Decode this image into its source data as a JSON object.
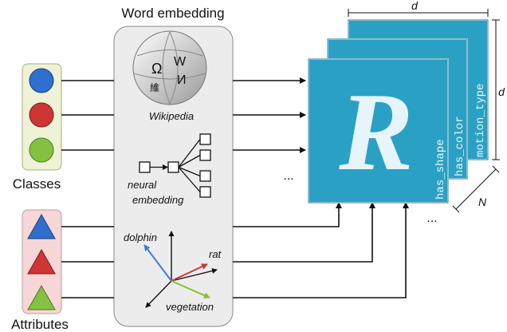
{
  "panel": {
    "title": "Word embedding",
    "wikipedia_label": "Wikipedia",
    "neural_label_line1": "neural",
    "neural_label_line2": "embedding",
    "wiki_globe_glyphs": [
      "Ω",
      "W",
      "И",
      "維"
    ]
  },
  "classes": {
    "label": "Classes",
    "circle_colors": [
      "#2f6fce",
      "#cf3535",
      "#86c043"
    ],
    "box_color": "#eef2d6"
  },
  "attributes": {
    "label": "Attributes",
    "triangle_colors": [
      "#2f6fce",
      "#cf3535",
      "#86c043"
    ],
    "box_color": "#f6d6d6"
  },
  "vectors": {
    "dolphin": {
      "label": "dolphin",
      "color": "#3f7fcf"
    },
    "rat": {
      "label": "rat",
      "color": "#cf3535"
    },
    "vegetation": {
      "label": "vegetation",
      "color": "#86c043"
    }
  },
  "tensor": {
    "letter": "R",
    "dim_top": "d",
    "dim_right": "d",
    "dim_depth": "N",
    "slices": [
      "has_shape",
      "has_color",
      "motion_type"
    ],
    "ellipsis_left": "...",
    "ellipsis_bottom": "...",
    "color": "#2aa1c4"
  }
}
